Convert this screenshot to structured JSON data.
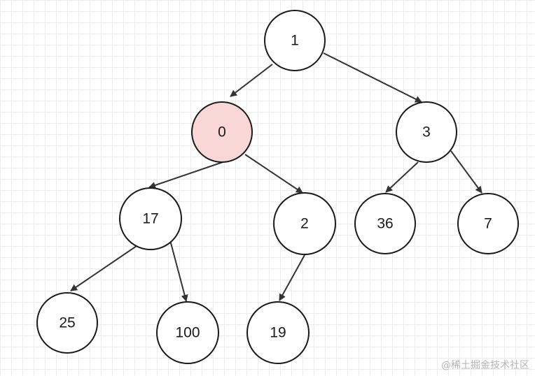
{
  "diagram": {
    "type": "binary-tree",
    "highlight_color": "#f8d7d6",
    "nodes": [
      {
        "id": "n1",
        "label": "1",
        "highlighted": false
      },
      {
        "id": "n0",
        "label": "0",
        "highlighted": true
      },
      {
        "id": "n3",
        "label": "3",
        "highlighted": false
      },
      {
        "id": "n17",
        "label": "17",
        "highlighted": false
      },
      {
        "id": "n2",
        "label": "2",
        "highlighted": false
      },
      {
        "id": "n36",
        "label": "36",
        "highlighted": false
      },
      {
        "id": "n7",
        "label": "7",
        "highlighted": false
      },
      {
        "id": "n25",
        "label": "25",
        "highlighted": false
      },
      {
        "id": "n100",
        "label": "100",
        "highlighted": false
      },
      {
        "id": "n19",
        "label": "19",
        "highlighted": false
      }
    ],
    "edges": [
      {
        "from": "n1",
        "to": "n0"
      },
      {
        "from": "n1",
        "to": "n3"
      },
      {
        "from": "n0",
        "to": "n17"
      },
      {
        "from": "n0",
        "to": "n2"
      },
      {
        "from": "n3",
        "to": "n36"
      },
      {
        "from": "n3",
        "to": "n7"
      },
      {
        "from": "n17",
        "to": "n25"
      },
      {
        "from": "n17",
        "to": "n100"
      },
      {
        "from": "n2",
        "to": "n19"
      }
    ]
  },
  "watermark": "@稀土掘金技术社区"
}
